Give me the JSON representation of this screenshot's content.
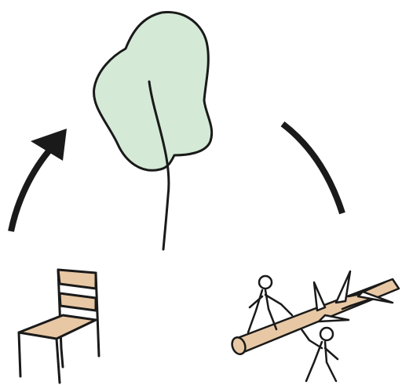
{
  "diagram": {
    "kind": "cycle",
    "stages": [
      {
        "id": "tree",
        "icon": "tree-icon"
      },
      {
        "id": "felled-log",
        "icon": "felled-log-icon"
      },
      {
        "id": "chair",
        "icon": "chair-icon"
      }
    ],
    "arrows": [
      {
        "from": "tree",
        "to": "felled-log",
        "arrowhead": false
      },
      {
        "from": "chair",
        "to": "tree",
        "arrowhead": true
      }
    ],
    "colors": {
      "outline": "#1a1a1a",
      "leaf_fill": "#d4ead6",
      "wood_fill": "#e8c8a4",
      "figure_fill": "#ffffff",
      "background": "#ffffff"
    }
  }
}
